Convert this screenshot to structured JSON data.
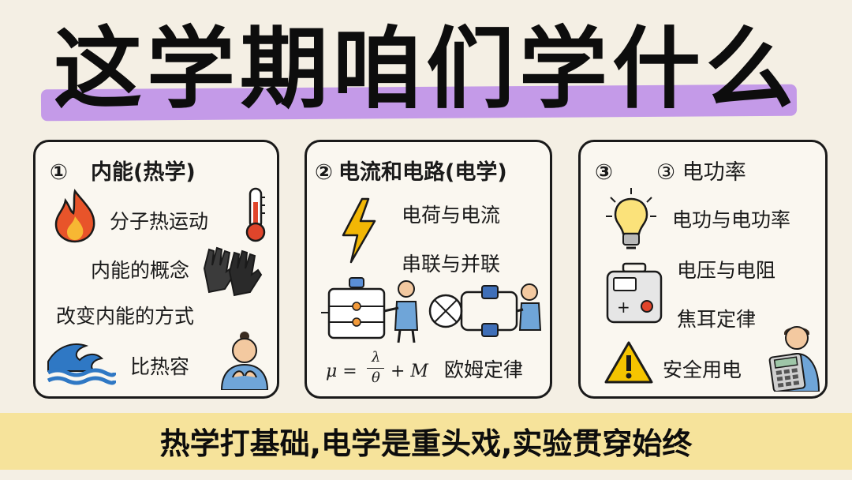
{
  "title": "这学期咱们学什么",
  "cards": [
    {
      "number": "①",
      "heading": "内能(热学)",
      "items": [
        "分子热运动",
        "内能的概念",
        "改变内能的方式",
        "比热容"
      ]
    },
    {
      "number": "②",
      "heading": "电流和电路(电学)",
      "items": [
        "电荷与电流",
        "串联与并联",
        "欧姆定律"
      ],
      "formula": {
        "lhs": "μ =",
        "num": "λ",
        "den": "θ",
        "rhs": "+ M"
      }
    },
    {
      "number": "③",
      "heading": "③ 电功率",
      "items": [
        "电功与电功率",
        "电压与电阻",
        "焦耳定律",
        "安全用电"
      ]
    }
  ],
  "banner": "热学打基础,电学是重头戏,实验贯穿始终",
  "colors": {
    "background": "#f4efe4",
    "title_highlight": "#c49ae8",
    "banner": "#f6e39b",
    "warning": "#f5c400",
    "bolt": "#f2b705"
  }
}
